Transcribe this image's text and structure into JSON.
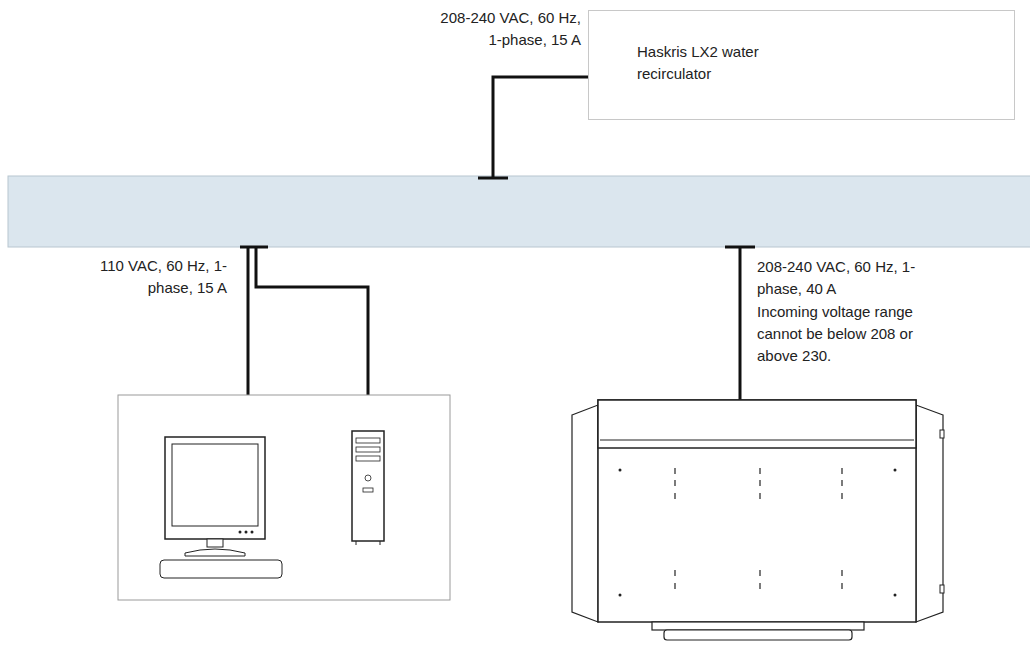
{
  "diagram": {
    "nodes": [
      {
        "text": [
          "Haskris LX2 water recirculator"
        ]
      }
    ],
    "edges": [],
    "labels": [
      "208-240 VAC, 60 Hz, 1-phase, 15 A",
      "110 VAC, 60 Hz, 1-phase, 15 A",
      "208-240 VAC, 60 Hz, 1-phase, 40 A",
      "Incoming voltage range cannot be below 208 or above 230."
    ]
  }
}
